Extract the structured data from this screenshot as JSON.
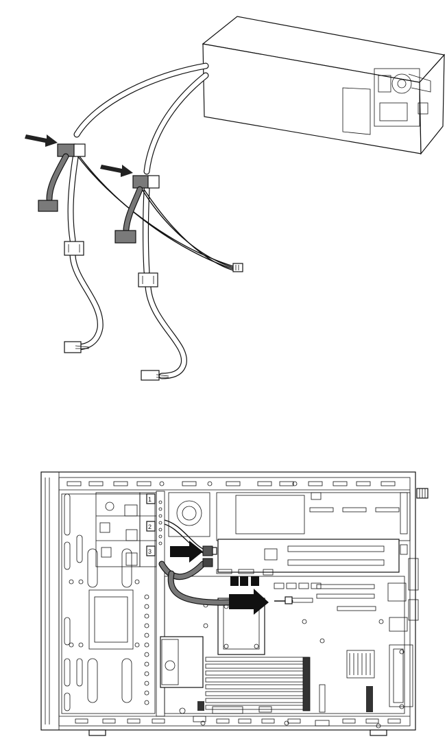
{
  "figure": {
    "top_illustration": "power-supply-cable-harness",
    "bottom_illustration": "server-chassis-side-view",
    "arrow_color": "#111111",
    "highlight_connector_color": "#7a7a7a"
  },
  "drive_bays": {
    "bay_1_label": "1",
    "bay_2_label": "2",
    "bay_3_label": "3"
  }
}
